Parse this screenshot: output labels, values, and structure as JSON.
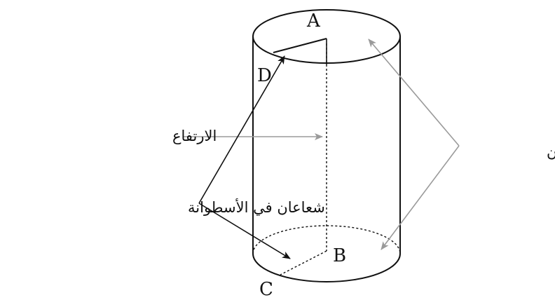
{
  "figure": {
    "points": {
      "A": "A",
      "B": "B",
      "C": "C",
      "D": "D"
    },
    "labels": {
      "height": "الارتفاع",
      "radii": "شعاعان في الأسطوانة",
      "bases": "القاعدتان"
    },
    "colors": {
      "ink": "#111111",
      "arrow_gray": "#9a9a9a",
      "background": "#ffffff"
    }
  }
}
